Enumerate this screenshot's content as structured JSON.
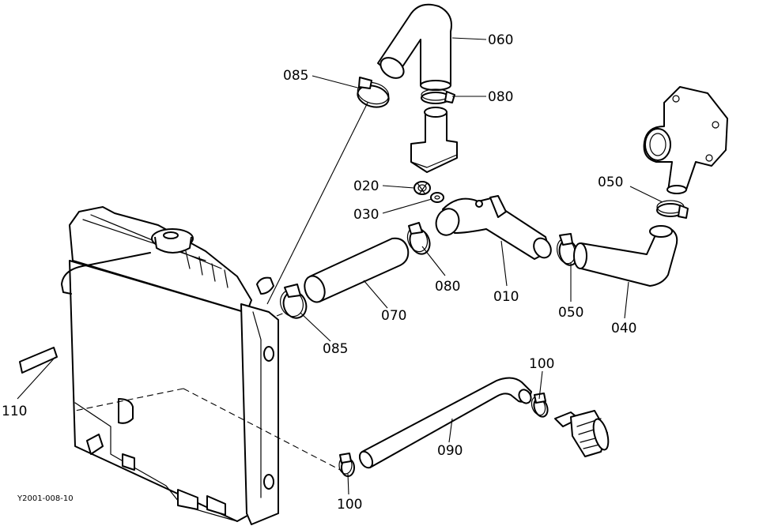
{
  "figure_id": "Y2001-008-10",
  "callouts": {
    "c010": "010",
    "c020": "020",
    "c030": "030",
    "c040": "040",
    "c050a": "050",
    "c050b": "050",
    "c060": "060",
    "c070": "070",
    "c080a": "080",
    "c080b": "080",
    "c085a": "085",
    "c085b": "085",
    "c090": "090",
    "c100a": "100",
    "c100b": "100",
    "c110": "110"
  }
}
